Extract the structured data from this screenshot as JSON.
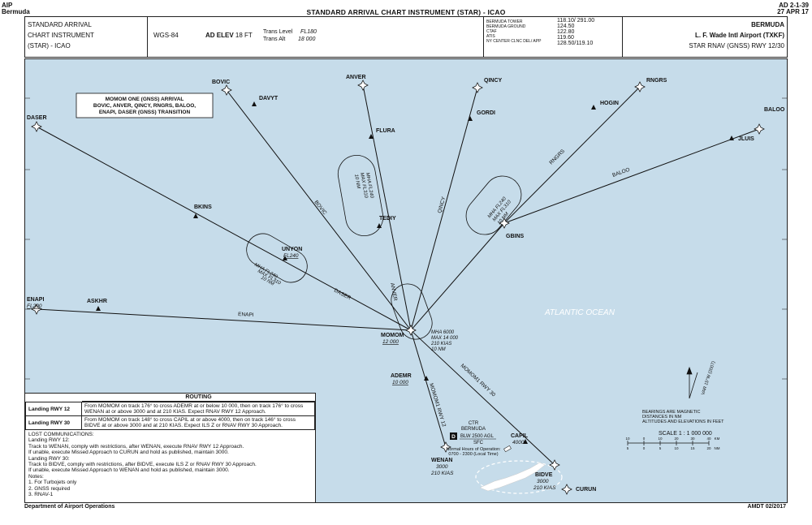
{
  "header": {
    "aip": "AIP",
    "country": "Bermuda",
    "chart_title": "STANDARD ARRIVAL CHART INSTRUMENT (STAR) - ICAO",
    "page_ref": "AD 2-1-39",
    "date": "27 APR 17"
  },
  "info": {
    "chart_type_lines": [
      "STANDARD ARRIVAL",
      "CHART INSTRUMENT",
      "(STAR) - ICAO"
    ],
    "datum": "WGS-84",
    "ad_elev_label": "AD ELEV",
    "ad_elev_value": "18 FT",
    "trans_level_label": "Trans Level",
    "trans_level_value": "FL180",
    "trans_alt_label": "Trans Alt",
    "trans_alt_value": "18 000",
    "freq_names": [
      "BERMUDA TOWER",
      "BERMUDA GROUND",
      "CTAF",
      "ATIS",
      "NY CENTER CLNC DEL/ APP"
    ],
    "freq_values": [
      "118.10/ 291.00",
      "124.50",
      "122.80",
      "119.60",
      "128.50/119.10"
    ],
    "region": "BERMUDA",
    "airport": "L. F. Wade Intl Airport (TXKF)",
    "procedure": "STAR RNAV (GNSS) RWY 12/30"
  },
  "map": {
    "procedure_title_1": "MOMOM ONE (GNSS) ARRIVAL",
    "procedure_title_2": "BOVIC, ANVER, QINCY, RNGRS, BALOO,",
    "procedure_title_3": "ENAPI, DASER (GNSS) TRANSITION",
    "ocean_label": "ATLANTIC OCEAN",
    "waypoints": [
      "BOVIC",
      "DAVYT",
      "ANVER",
      "FLURA",
      "QINCY",
      "GORDI",
      "RNGRS",
      "HOGIN",
      "BALOO",
      "JLUIS",
      "DASER",
      "BKINS",
      "UNYON",
      "TEDIY",
      "GBINS",
      "ENAPI",
      "ASKHR",
      "MOMOM",
      "ADEMR",
      "WENAN",
      "CAPIL",
      "BIDVE",
      "CURUN"
    ],
    "route_labels": [
      "BOVIC",
      "ANVER",
      "QINCY",
      "RNGRS",
      "BALOO",
      "DASER",
      "ENAPI",
      "MOMOM1 RWY 30",
      "MOMOM1 RWY 12"
    ],
    "momom_alt": "12 000",
    "ademr_alt": "10 000",
    "wenan_alt": "3000",
    "wenan_speed": "210 KIAS",
    "capil_alt": "4000",
    "bidve_alt": "3000",
    "bidve_speed": "210 KIAS",
    "unyon_fl": "FL240",
    "enapi_fl": "FL200",
    "hold_momom_1": "MHA 6000",
    "hold_momom_2": "MAX 14 000",
    "hold_momom_3": "210 KIAS",
    "hold_momom_4": "10 NM",
    "hold_unyon_1": "MHA FL240",
    "hold_unyon_2": "MAX FL310",
    "hold_unyon_3": "10 NM",
    "hold_tediy_1": "MHA FL240",
    "hold_tediy_2": "MAX FL310",
    "hold_tediy_3": "10 NM",
    "hold_gbins_1": "MHA FL240",
    "hold_gbins_2": "MAX FL310",
    "hold_gbins_3": "10 NM",
    "ctr_label": "CTR",
    "ctr_name": "BERMUDA",
    "ctr_class": "D",
    "ctr_upper": "BLW 2500 AGL",
    "ctr_lower": "SFC",
    "ctr_hours_1": "Normal Hours of Operation:",
    "ctr_hours_2": "0700 - 2300 (Local Time)",
    "notes_bearings_1": "BEARINGS ARE MAGNETIC",
    "notes_bearings_2": "DISTANCES IN NM",
    "notes_bearings_3": "ALTITUDES AND ELEVATIONS IN FEET",
    "scale": "SCALE 1 : 1 000 000",
    "scale_nm": "NM",
    "scale_km": "KM",
    "scale_ticks_top": [
      "10",
      "0",
      "10",
      "20",
      "30",
      "40"
    ],
    "scale_ticks_bottom": [
      "5",
      "0",
      "5",
      "10",
      "15",
      "20"
    ],
    "var_label": "VAR 15°W (2007)"
  },
  "routing": {
    "title": "ROUTING",
    "rows": [
      {
        "label": "Landing RWY 12",
        "text": "From MOMOM on track 176° to cross ADEMR at or below 10 000, then on track 176° to cross WENAN at or above 3000 and at 210 KIAS. Expect RNAV RWY 12 Approach."
      },
      {
        "label": "Landing RWY 30",
        "text": "From MOMOM on track 148° to cross CAPIL at or above 4000, then on track 146° to cross BIDVE at or above 3000 and at 210 KIAS. Expect ILS Z or RNAV RWY 30 Approach."
      }
    ],
    "lost_comms": [
      "LOST COMMUNICATIONS:",
      "Landing RWY 12:",
      "Track to WENAN, comply with restrictions, after WENAN, execute RNAV RWY 12 Approach.",
      "If unable, execute Missed Approach to CURUN and hold as published, maintain 3000.",
      "Landing RWY 30:",
      "Track to BIDVE, comply with restrictions, after BIDVE, execute ILS Z or RNAV RWY 30 Approach.",
      "If unable, execute Missed Approach to WENAN and hold as published, maintain 3000.",
      "Notes:",
      "1. For Turbojets only",
      "2. GNSS required",
      "3. RNAV-1"
    ]
  },
  "footer": {
    "dept": "Department of Airport Operations",
    "amdt": "AMDT 02/2017"
  },
  "colors": {
    "ocean": "#c6dcea",
    "ink": "#111111",
    "ocean_text": "#ffffff"
  }
}
